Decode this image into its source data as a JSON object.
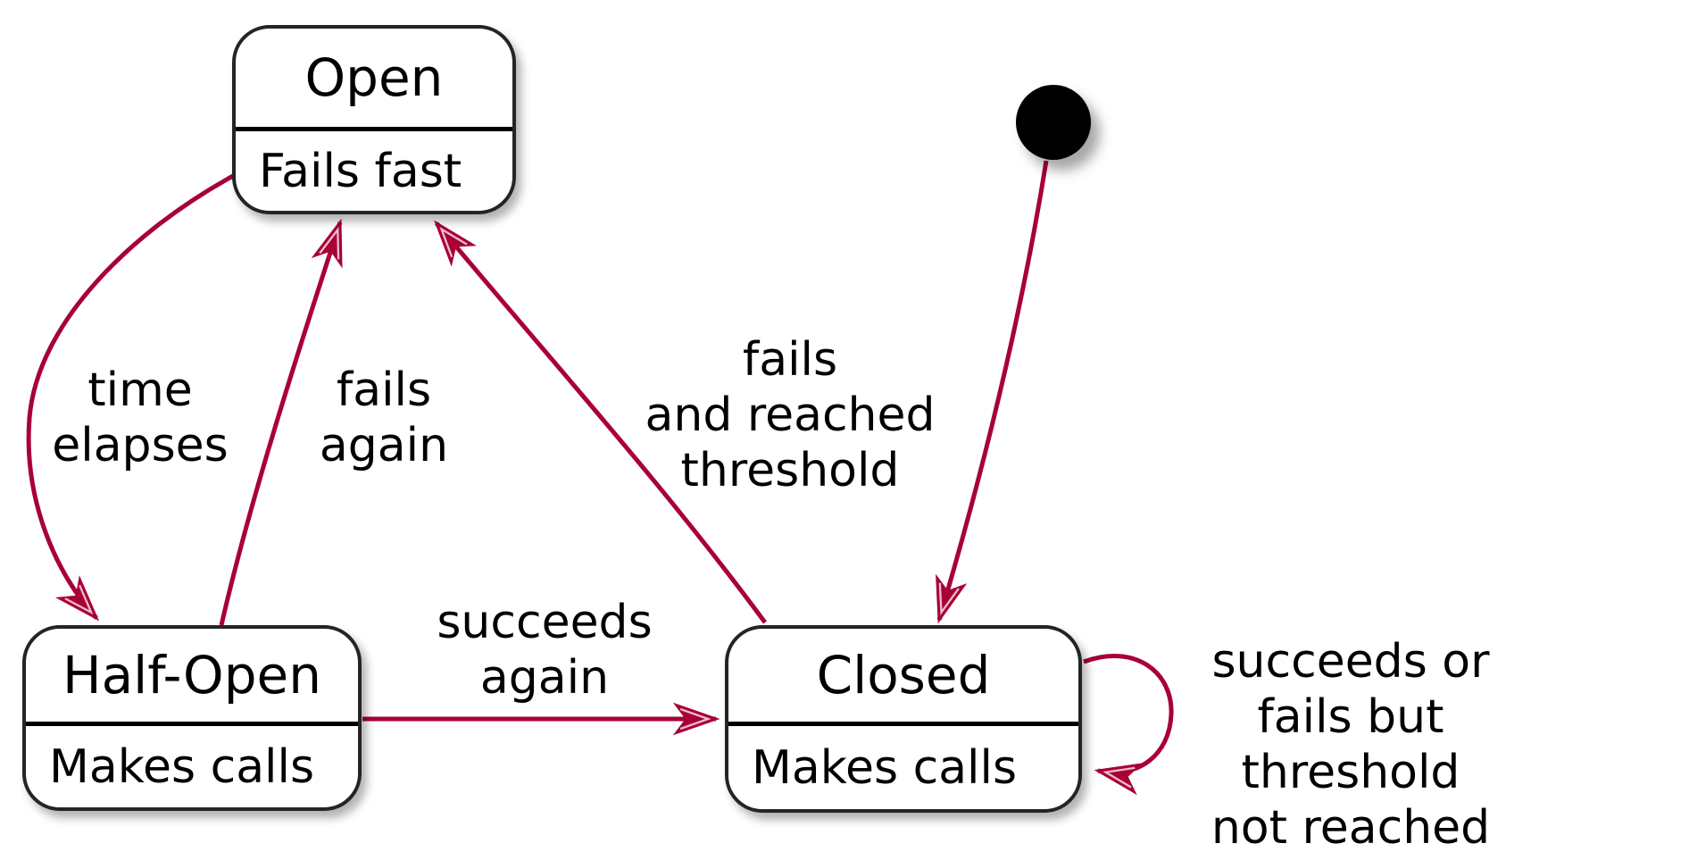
{
  "diagram": {
    "kind": "state-machine",
    "states": [
      {
        "name": "Open",
        "description": "Fails fast"
      },
      {
        "name": "Half-Open",
        "description": "Makes calls"
      },
      {
        "name": "Closed",
        "description": "Makes calls"
      }
    ],
    "initial_marker": {
      "shape": "filled-circle"
    },
    "transitions": [
      {
        "from": "Open",
        "to": "Half-Open",
        "label": "time\nelapses"
      },
      {
        "from": "Half-Open",
        "to": "Open",
        "label": "fails\nagain"
      },
      {
        "from": "Closed",
        "to": "Open",
        "label": "fails\nand reached\nthreshold"
      },
      {
        "from": "Half-Open",
        "to": "Closed",
        "label": "succeeds\nagain"
      },
      {
        "from": "initial",
        "to": "Closed",
        "label": ""
      },
      {
        "from": "Closed",
        "to": "Closed",
        "label": "succeeds or\nfails but threshold\nnot reached"
      }
    ],
    "colors": {
      "arrow": "#a80036",
      "state_border": "#242424",
      "state_fill": "#ffffff",
      "separator": "#000000",
      "text": "#000000",
      "initial_dot": "#000000",
      "background": "#ffffff"
    }
  }
}
